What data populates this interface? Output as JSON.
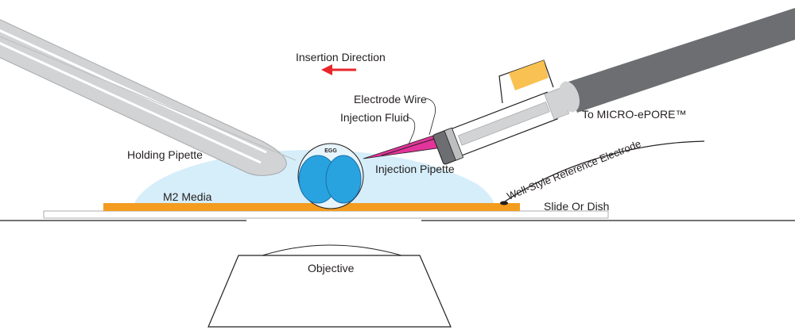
{
  "labels": {
    "insertion_direction": "Insertion Direction",
    "electrode_wire": "Electrode Wire",
    "injection_fluid": "Injection Fluid",
    "to_micro_epore": "To MICRO-ePORE™",
    "holding_pipette": "Holding Pipette",
    "egg": "EGG",
    "injection_pipette": "Injection Pipette",
    "well_style_reference_electrode": "Well-Style Reference Electrode",
    "m2_media": "M2 Media",
    "slide_or_dish": "Slide Or Dish",
    "objective": "Objective"
  },
  "colors": {
    "media": "#d6eef9",
    "slide": "#f39c1f",
    "egg_cell": "#29a3e0",
    "egg_cell_edge": "#1b6fa8",
    "arrow": "#e8262b",
    "pipette_gray": "#d1d3d4",
    "cable": "#6d6e71",
    "connector": "#f8c152",
    "injection_fluid": "#e2349a",
    "line": "#231f20"
  },
  "icons": {
    "insertion_arrow": "left-arrow-icon"
  }
}
